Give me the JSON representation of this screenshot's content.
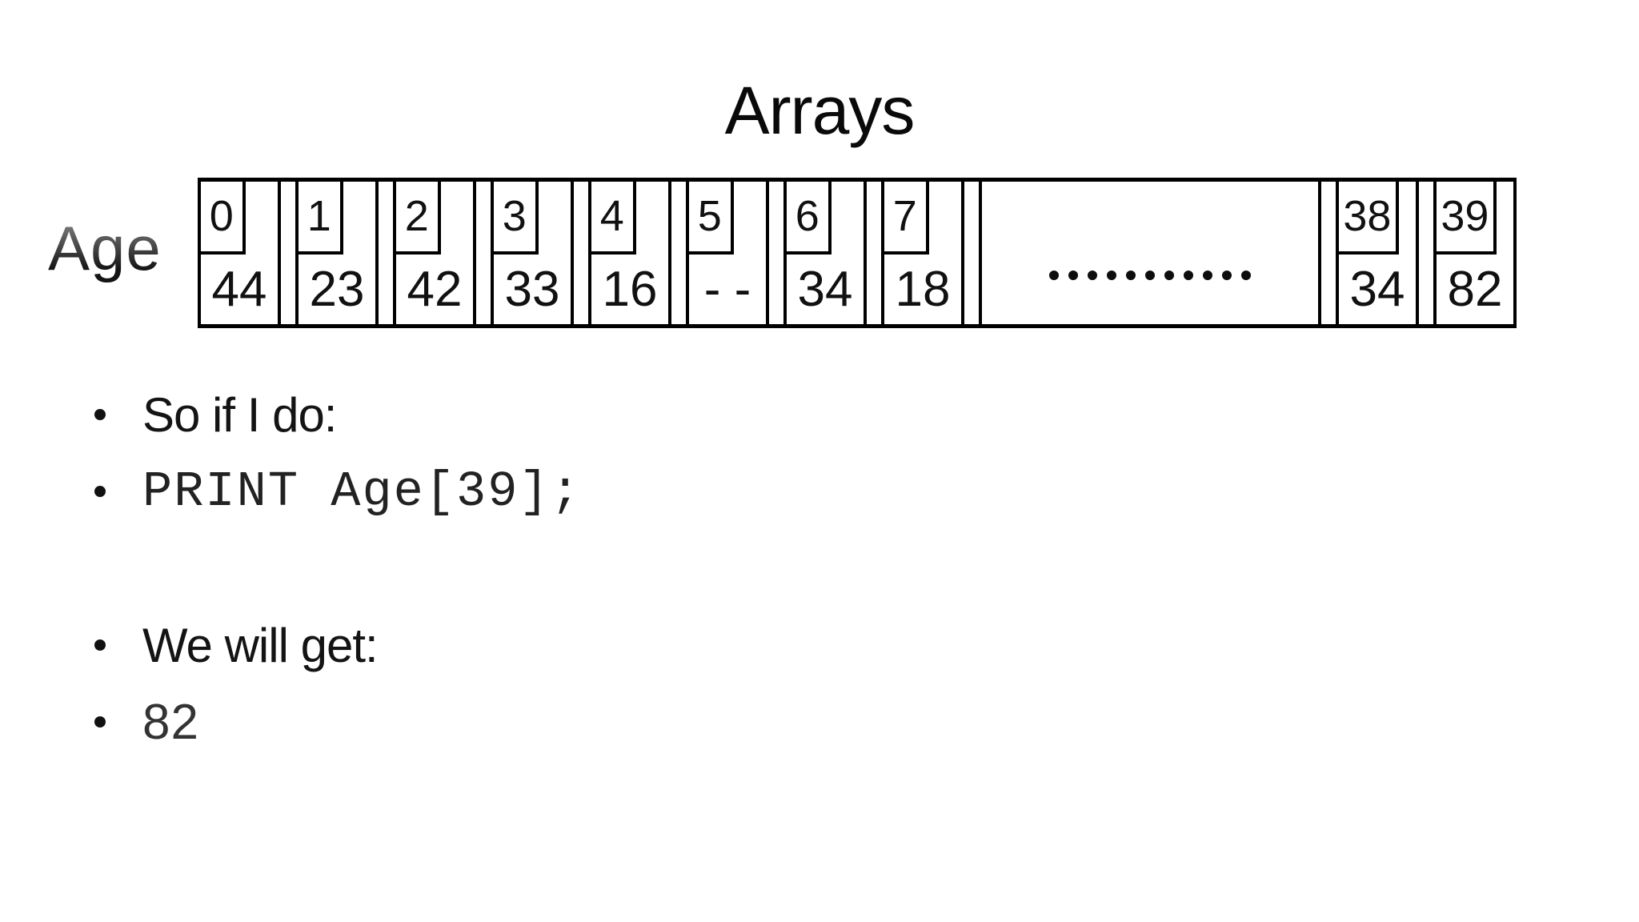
{
  "slide_title": "Arrays",
  "array": {
    "label": "Age",
    "cells": [
      {
        "index": "0",
        "value": "44"
      },
      {
        "index": "1",
        "value": "23"
      },
      {
        "index": "2",
        "value": "42"
      },
      {
        "index": "3",
        "value": "33"
      },
      {
        "index": "4",
        "value": "16"
      },
      {
        "index": "5",
        "value": "- -"
      },
      {
        "index": "6",
        "value": "34"
      },
      {
        "index": "7",
        "value": "18"
      }
    ],
    "ellipsis": {
      "dot_count": 11
    },
    "tail_cells": [
      {
        "index": "38",
        "value": "34"
      },
      {
        "index": "39",
        "value": "82"
      }
    ]
  },
  "bullets": [
    {
      "text": "So if I do:",
      "style": "sans",
      "gap_before": false
    },
    {
      "text": "PRINT Age[39];",
      "style": "mono",
      "gap_before": false
    },
    {
      "text": "We will get:",
      "style": "sans",
      "gap_before": true
    },
    {
      "text": "82",
      "style": "light",
      "gap_before": false
    }
  ],
  "colors": {
    "background": "#ffffff",
    "text": "#141414",
    "border": "#000000",
    "age_gradient_top": "#8f8f8f",
    "age_gradient_bottom": "#141414"
  }
}
